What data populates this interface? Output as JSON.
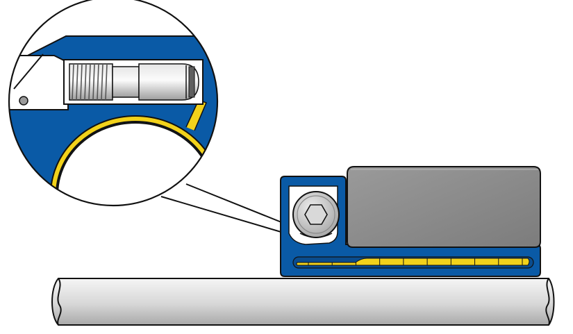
{
  "diagram": {
    "subject": "tensioner-block-with-detail-callout",
    "colors": {
      "housing_blue": "#0a5aa6",
      "outline": "#111111",
      "grease_yellow": "#f2d21b",
      "block_gray": "#8c8c8c",
      "shaft_gray_light": "#f2f2f2",
      "shaft_gray_dark": "#b9b9b9",
      "screw_gray": "#c8c8c8",
      "white": "#ffffff"
    },
    "parts": {
      "shaft": {
        "name": "shaft"
      },
      "housing": {
        "name": "blue-housing"
      },
      "block": {
        "name": "gray-block"
      },
      "socket_screw": {
        "name": "socket-head-screw"
      },
      "groove": {
        "name": "yellow-groove",
        "segments": 10
      },
      "callout": {
        "name": "magnified-detail-circle"
      }
    }
  }
}
